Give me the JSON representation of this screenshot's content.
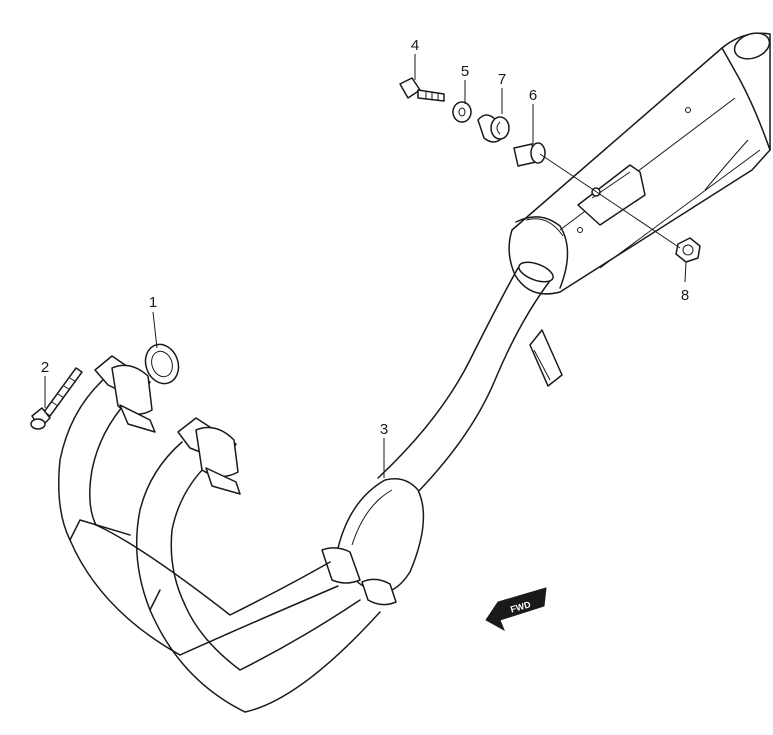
{
  "diagram": {
    "callouts": [
      {
        "id": "1",
        "label": "1"
      },
      {
        "id": "2",
        "label": "2"
      },
      {
        "id": "3",
        "label": "3"
      },
      {
        "id": "4",
        "label": "4"
      },
      {
        "id": "5",
        "label": "5"
      },
      {
        "id": "6",
        "label": "6"
      },
      {
        "id": "7",
        "label": "7"
      },
      {
        "id": "8",
        "label": "8"
      }
    ],
    "direction_badge": "FWD"
  }
}
